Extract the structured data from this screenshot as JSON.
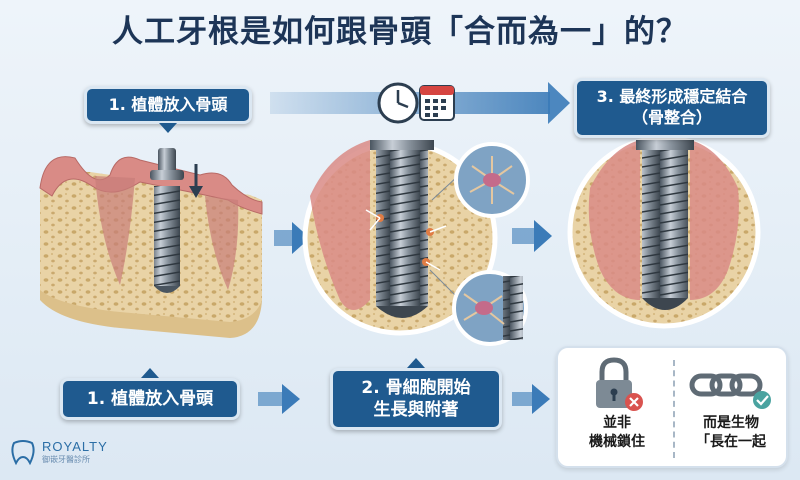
{
  "title": "人工牙根是如何跟骨頭「合而為一」的？",
  "steps": {
    "top_left": "1. 植體放入骨頭",
    "top_right_line1": "3. 最終形成穩定結合",
    "top_right_line2": "（骨整合）",
    "bottom_1": "1. 植體放入骨頭",
    "bottom_2_line1": "2. 骨細胞開始",
    "bottom_2_line2": "生長與附著"
  },
  "result": {
    "left_line1": "並非",
    "left_line2": "機械鎖住",
    "right_line1": "而是生物",
    "right_line2": "「長在一起"
  },
  "logo": {
    "name": "ROYALTY",
    "sub": "御嵌牙醫診所"
  },
  "icons": {
    "clock": "clock-icon",
    "calendar": "calendar-icon",
    "lock": "lock-icon",
    "chain": "chain-icon",
    "cross": "cross-icon",
    "check": "check-icon"
  },
  "colors": {
    "tag_blue": "#1f5a8f",
    "title": "#1d3557",
    "bone": "#e8d2a6",
    "gum": "#d98b86",
    "arrow": "#3b7bb8"
  }
}
